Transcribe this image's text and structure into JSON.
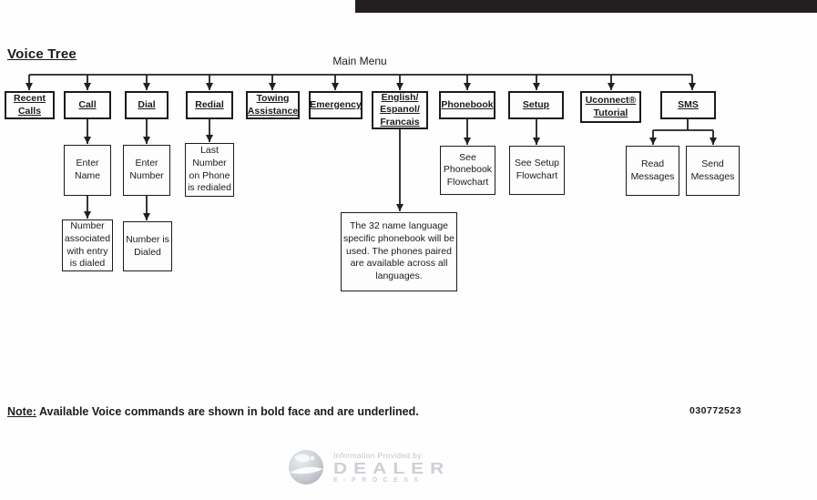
{
  "page": {
    "title": "Voice Tree",
    "doc_number": "030772523",
    "colors": {
      "line": "#231f20",
      "top_bar": "#231f20",
      "logo_gray": "#ccd1d6"
    }
  },
  "tree": {
    "root": "Main Menu",
    "menu": {
      "recent_calls": "Recent Calls",
      "call": "Call",
      "dial": "Dial",
      "redial": "Redial",
      "towing": "Towing Assistance",
      "emergency": "Emergency",
      "language": "English/ Espanol/ Francais",
      "phonebook": "Phonebook",
      "setup": "Setup",
      "uconnect": "Uconnect® Tutorial",
      "sms": "SMS"
    },
    "nodes": {
      "enter_name": "Enter Name",
      "enter_number": "Enter Number",
      "last_number": "Last Number on Phone is redialed",
      "number_associated": "Number associated with entry is dialed",
      "number_dialed": "Number is Dialed",
      "language_note": "The 32 name language specific phonebook will be used. The phones paired are available across all languages.",
      "see_phonebook": "See Phonebook Flowchart",
      "see_setup": "See Setup Flowchart",
      "read_messages": "Read Messages",
      "send_messages": "Send Messages"
    }
  },
  "note": {
    "label": "Note:",
    "text": " Available Voice commands are shown in bold face and are underlined."
  },
  "footer": {
    "provided_by": "Information Provided by:",
    "brand": "DEALER",
    "brand_sub": "E-PROCESS"
  }
}
